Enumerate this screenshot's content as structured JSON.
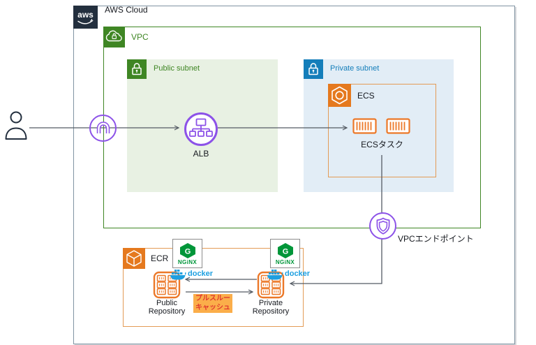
{
  "header": {
    "aws_logo_text": "aws",
    "aws_cloud_label": "AWS Cloud"
  },
  "groups": {
    "vpc": {
      "label": "VPC",
      "color": "#3F8624"
    },
    "public_subnet": {
      "label": "Public subnet",
      "color": "#3F8624",
      "fill": "#E8F1E3"
    },
    "private_subnet": {
      "label": "Private subnet",
      "color": "#147EBA",
      "fill": "#E2EDF6"
    },
    "ecs": {
      "label": "ECS",
      "border_color": "#E39B56"
    },
    "ecr": {
      "label": "ECR",
      "border_color": "#E39B56"
    }
  },
  "nodes": {
    "alb": {
      "label": "ALB"
    },
    "ecs_task": {
      "label": "ECSタスク"
    },
    "vpc_endpoint": {
      "label": "VPCエンドポイント"
    },
    "public_repository": {
      "line1": "Public",
      "line2": "Repository"
    },
    "private_repository": {
      "line1": "Private",
      "line2": "Repository"
    },
    "pull_through_cache": {
      "line1": "プルスルー",
      "line2": "キャッシュ",
      "bg": "#FBAE4A",
      "text_color": "#E0392E"
    },
    "nginx": {
      "letter": "G",
      "label": "NGiNX",
      "color": "#009639"
    },
    "docker": {
      "label": "docker",
      "color": "#1D9FE0"
    }
  },
  "icons": [
    "user-icon",
    "aws-logo-icon",
    "vpc-cloud-lock-icon",
    "public-subnet-lock-icon",
    "private-subnet-lock-icon",
    "internet-gateway-icon",
    "alb-icon",
    "ecs-icon",
    "container-icon",
    "vpc-endpoint-icon",
    "ecr-icon",
    "repository-icon",
    "nginx-logo-icon",
    "docker-whale-icon"
  ],
  "colors": {
    "purple": "#8C52E8",
    "green": "#3F8624",
    "blue": "#147EBA",
    "orange_icon_bg": "#E5791E",
    "orange_container": "#EC7828",
    "dark_navy": "#232F3E",
    "arrow_gray": "#545B64"
  }
}
